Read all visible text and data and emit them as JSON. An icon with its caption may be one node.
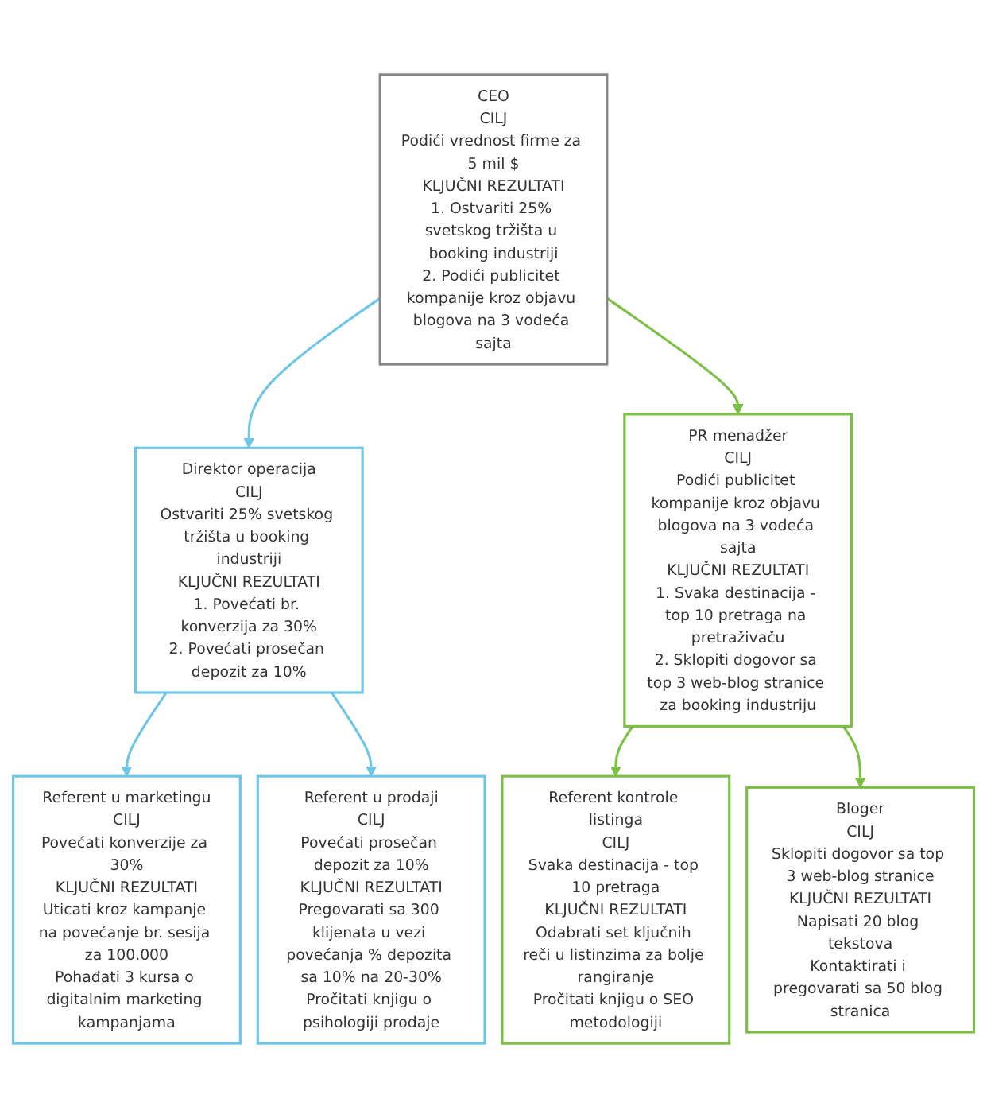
{
  "diagram": {
    "nodes": [
      {
        "text": [
          "CEO",
          "CILJ",
          "Podići vrednost firme za 5 mil $",
          "KLJUČNI REZULTATI",
          "1. Ostvariti 25% svetskog tržišta u booking industriji",
          "2. Podići publicitet kompanije kroz objavu blogova na 3 vodeća sajta"
        ]
      },
      {
        "text": [
          "Direktor operacija",
          "CILJ",
          "Ostvariti 25% svetskog tržišta u booking industriji",
          "KLJUČNI REZULTATI",
          "1. Povećati br. konverzija za 30%",
          "2. Povećati prosečan depozit za 10%"
        ]
      },
      {
        "text": [
          "PR menadžer",
          "CILJ",
          "Podići publicitet kompanije kroz objavu blogova na 3 vodeća sajta",
          "KLJUČNI REZULTATI",
          "1. Svaka destinacija - top 10 pretraga na pretraživaču",
          "2. Sklopiti dogovor sa top 3 web-blog stranice za booking industriju"
        ]
      },
      {
        "text": [
          "Referent u marketingu",
          "CILJ",
          "Povećati konverzije za 30%",
          "KLJUČNI REZULTATI",
          "Uticati kroz kampanje na povećanje br. sesija za 100.000",
          "Pohađati 3 kursa o digitalnim marketing kampanjama"
        ]
      },
      {
        "text": [
          "Referent u prodaji",
          "CILJ",
          "Povećati prosečan depozit za 10%",
          "KLJUČNI REZULTATI",
          "Pregovarati sa 300 klijenata u vezi povećanja % depozita sa 10% na 20-30%",
          "Pročitati knjigu o psihologiji prodaje"
        ]
      },
      {
        "text": [
          "Referent kontrole listinga",
          "CILJ",
          "Svaka destinacija - top 10 pretraga",
          "KLJUČNI REZULTATI",
          "Odabrati set ključnih reči u listinzima za bolje rangiranje",
          "Pročitati knjigu o SEO metodologiji"
        ]
      },
      {
        "text": [
          "Bloger",
          "CILJ",
          "Sklopiti dogovor sa top 3 web-blog stranice",
          "KLJUČNI REZULTATI",
          "Napisati 20 blog tekstova",
          "Kontaktirati i pregovarati sa 50 blog stranica"
        ]
      }
    ],
    "edges": [
      {
        "from": 0,
        "to": 1,
        "arrow": "to",
        "color": "#6ec6e6"
      },
      {
        "from": 0,
        "to": 2,
        "arrow": "to",
        "color": "#7cc043"
      },
      {
        "from": 1,
        "to": 3,
        "arrow": "to",
        "color": "#6ec6e6"
      },
      {
        "from": 1,
        "to": 4,
        "arrow": "to",
        "color": "#6ec6e6"
      },
      {
        "from": 2,
        "to": 5,
        "arrow": "to",
        "color": "#7cc043"
      },
      {
        "from": 2,
        "to": 6,
        "arrow": "to",
        "color": "#7cc043"
      }
    ]
  }
}
